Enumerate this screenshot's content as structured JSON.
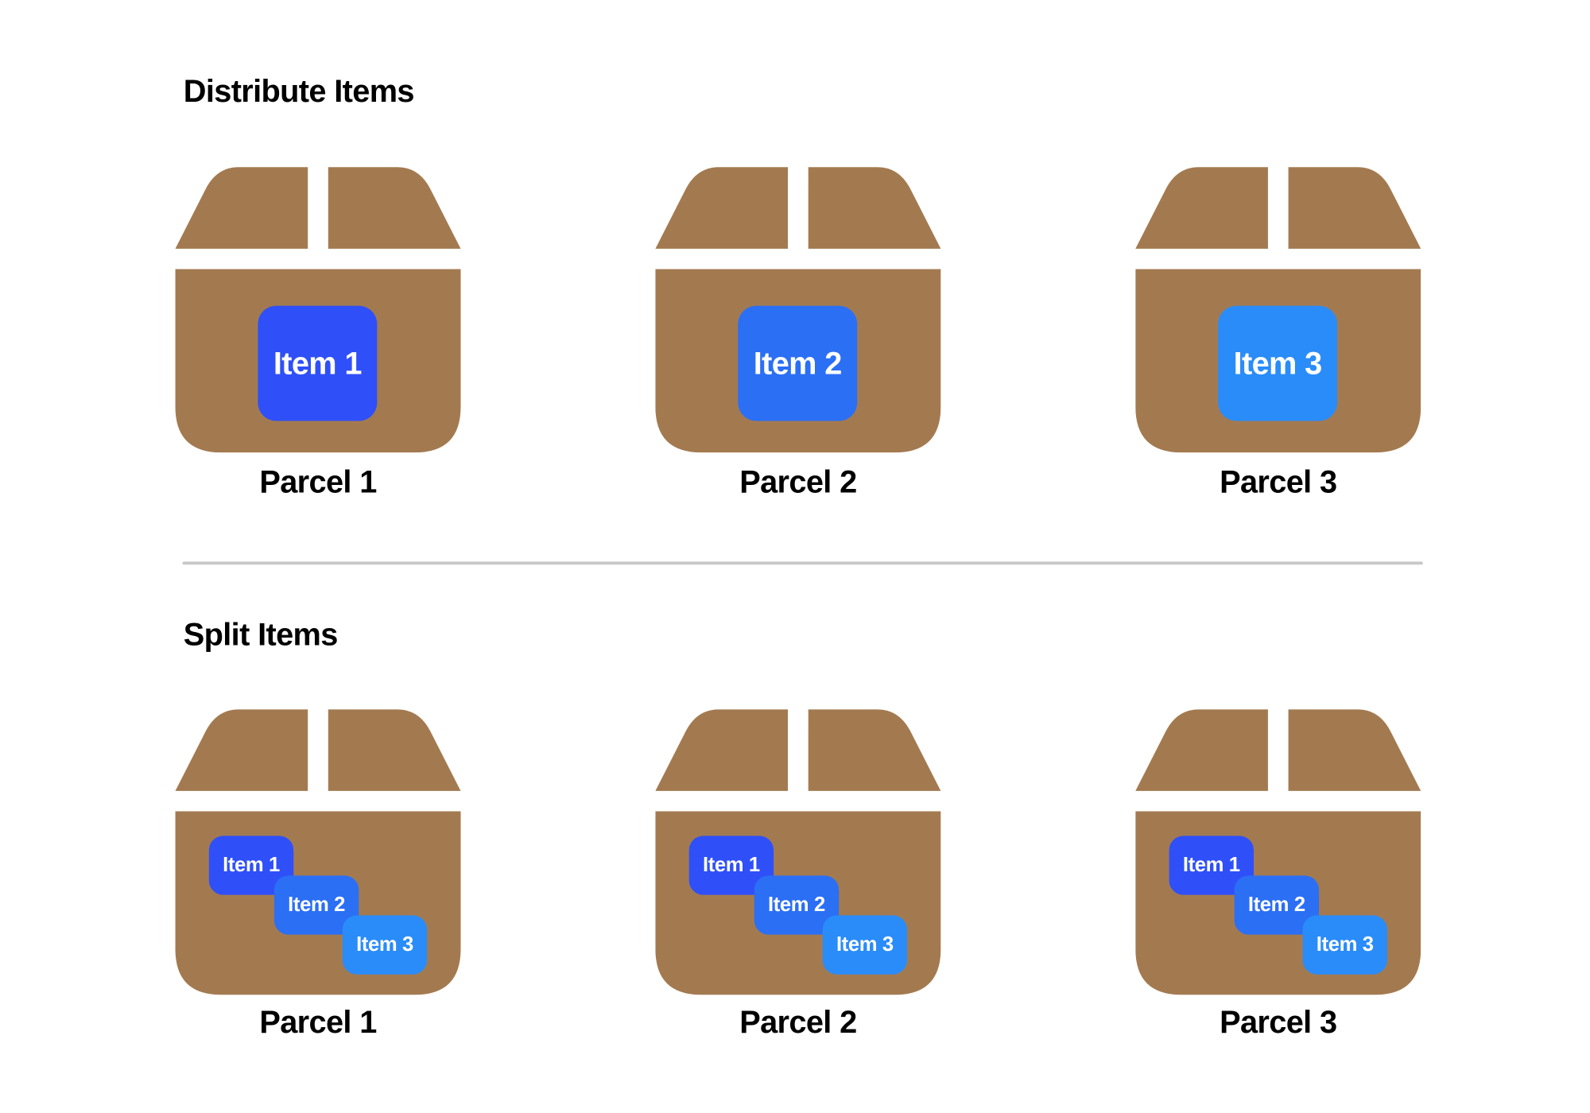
{
  "colors": {
    "box": "#a37a50",
    "item1": "#2f50f8",
    "item2": "#2b6ff5",
    "item3": "#2a8cf9",
    "divider": "#c8c8c8",
    "text": "#000000"
  },
  "sections": [
    {
      "title": "Distribute Items",
      "parcels": [
        {
          "label": "Parcel 1",
          "items": [
            "Item 1"
          ]
        },
        {
          "label": "Parcel 2",
          "items": [
            "Item 2"
          ]
        },
        {
          "label": "Parcel 3",
          "items": [
            "Item 3"
          ]
        }
      ]
    },
    {
      "title": "Split Items",
      "parcels": [
        {
          "label": "Parcel 1",
          "items": [
            "Item 1",
            "Item 2",
            "Item 3"
          ]
        },
        {
          "label": "Parcel 2",
          "items": [
            "Item 1",
            "Item 2",
            "Item 3"
          ]
        },
        {
          "label": "Parcel 3",
          "items": [
            "Item 1",
            "Item 2",
            "Item 3"
          ]
        }
      ]
    }
  ]
}
